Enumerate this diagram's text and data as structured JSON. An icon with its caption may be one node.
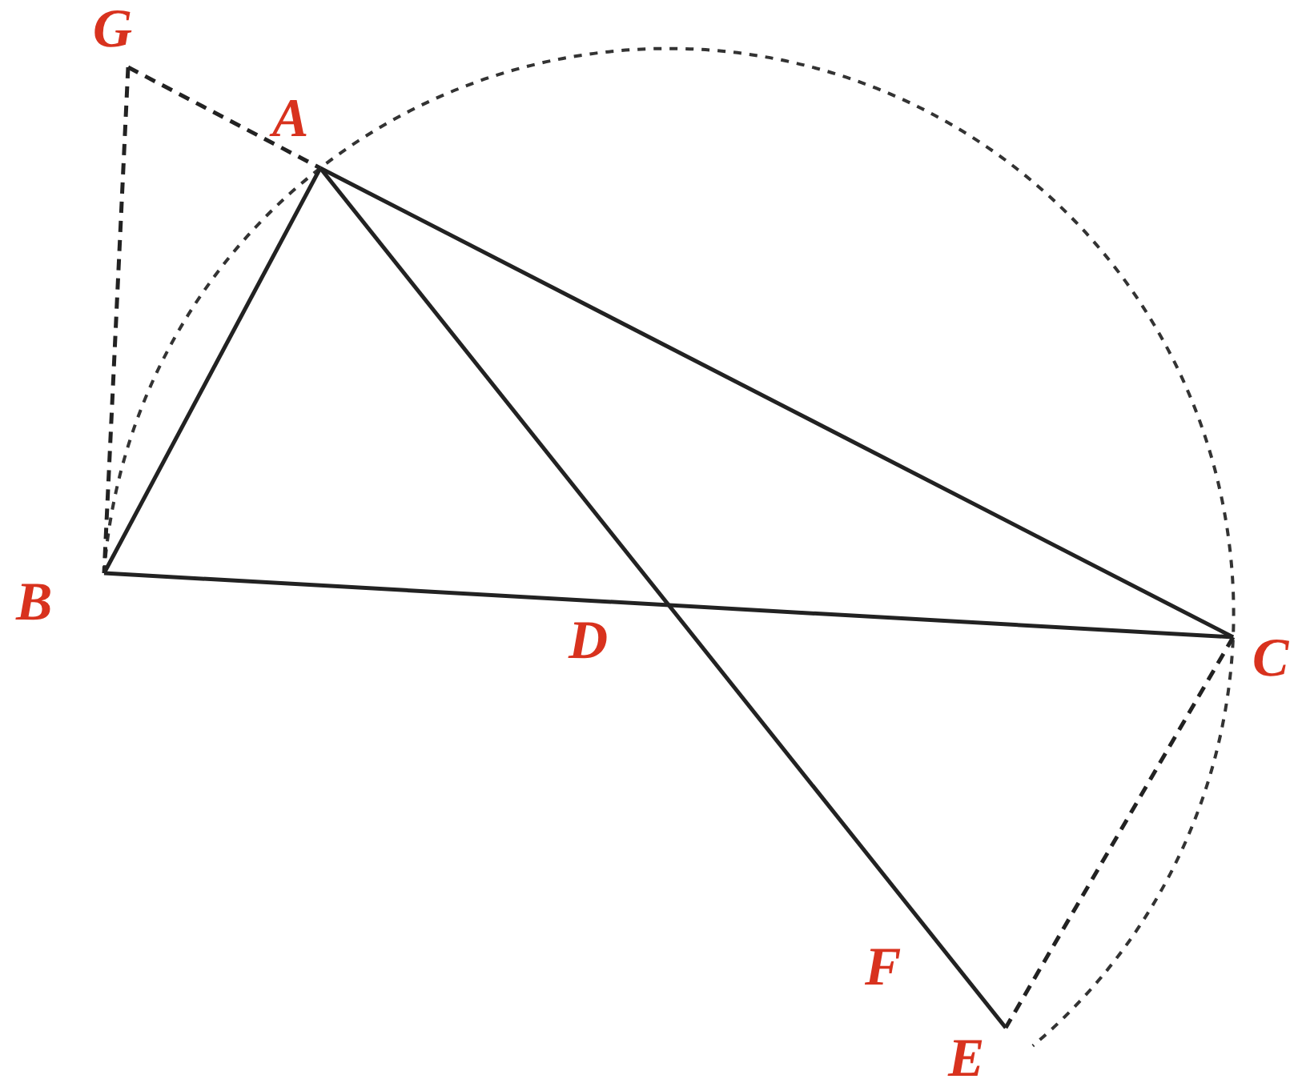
{
  "diagram": {
    "nodes": [
      {
        "text": [
          "G"
        ]
      },
      {
        "text": [
          "A"
        ]
      },
      {
        "text": [
          "B"
        ]
      },
      {
        "text": [
          "D"
        ]
      },
      {
        "text": [
          "C"
        ]
      },
      {
        "text": [
          "F"
        ]
      },
      {
        "text": [
          "E"
        ]
      }
    ],
    "edges": [
      {
        "from": 1,
        "to": 2,
        "arrow": "none"
      },
      {
        "from": 1,
        "to": 4,
        "arrow": "none"
      },
      {
        "from": 2,
        "to": 4,
        "arrow": "none"
      },
      {
        "from": 1,
        "to": 6,
        "arrow": "none"
      },
      {
        "from": 0,
        "to": 1,
        "arrow": "none",
        "style": "dashed"
      },
      {
        "from": 0,
        "to": 2,
        "arrow": "none",
        "style": "dashed"
      },
      {
        "from": 4,
        "to": 6,
        "arrow": "none",
        "style": "dashed"
      }
    ]
  }
}
